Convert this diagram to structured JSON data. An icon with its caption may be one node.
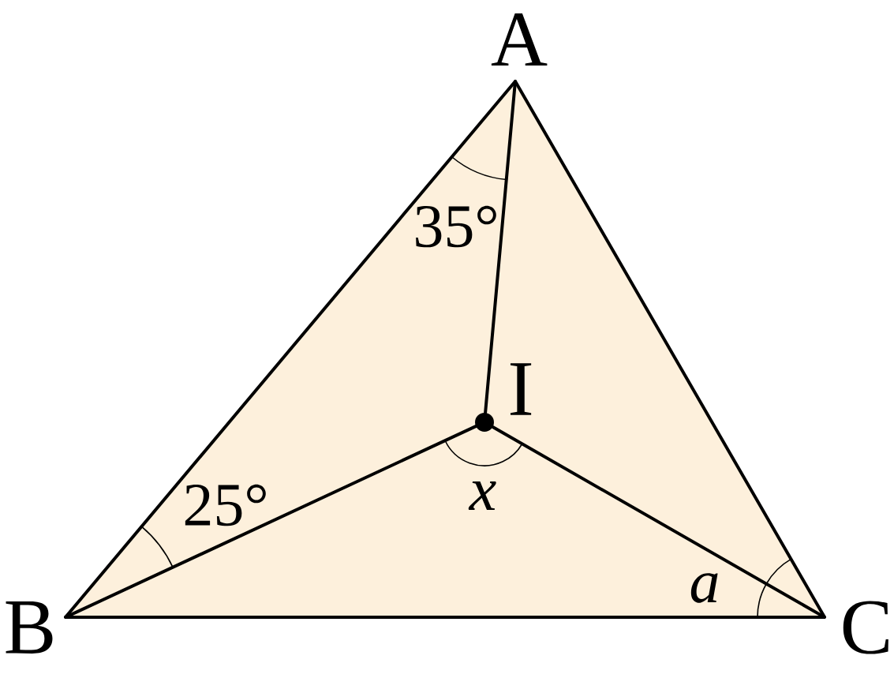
{
  "diagram": {
    "nodes": [
      {
        "text": [
          "A"
        ]
      },
      {
        "text": [
          "B"
        ]
      },
      {
        "text": [
          "C"
        ]
      },
      {
        "text": [
          "I"
        ]
      }
    ],
    "edges": [
      {
        "from": 0,
        "to": 1,
        "arrow": "none"
      },
      {
        "from": 1,
        "to": 2,
        "arrow": "none"
      },
      {
        "from": 2,
        "to": 0,
        "arrow": "none"
      },
      {
        "from": 0,
        "to": 3,
        "arrow": "none"
      },
      {
        "from": 1,
        "to": 3,
        "arrow": "none"
      },
      {
        "from": 2,
        "to": 3,
        "arrow": "none"
      }
    ],
    "labels": [
      "35°",
      "25°",
      "x",
      "a"
    ]
  }
}
